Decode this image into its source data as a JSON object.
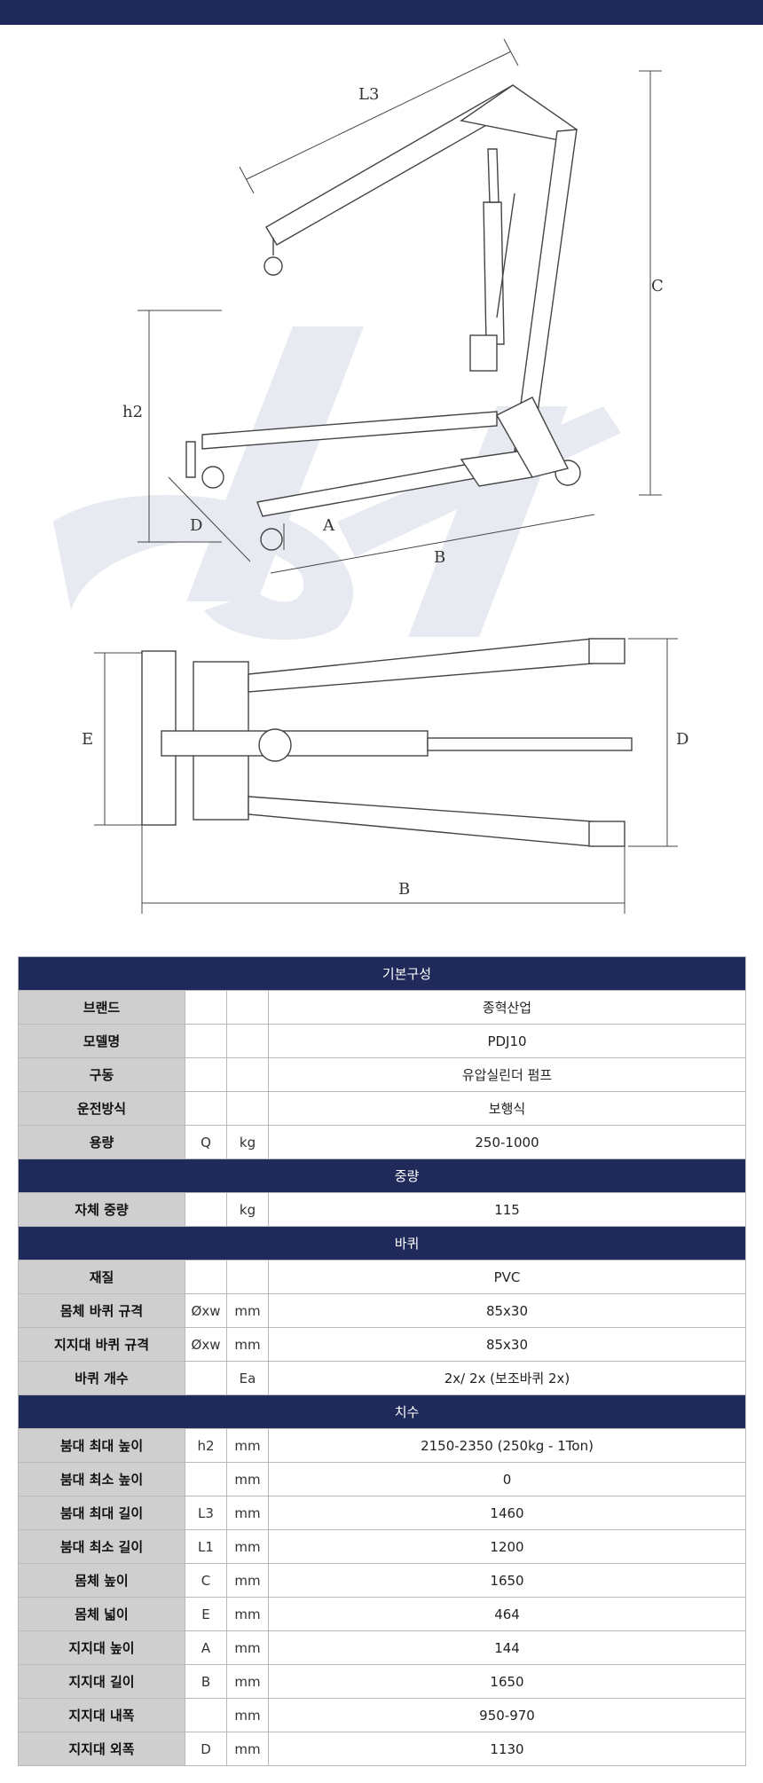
{
  "drawing": {
    "side_view_labels": {
      "l3": "L3",
      "c": "C",
      "h2": "h2",
      "d": "D",
      "a": "A",
      "b": "B"
    },
    "top_view_labels": {
      "e": "E",
      "d": "D",
      "b": "B"
    }
  },
  "spec_table": {
    "sections": [
      {
        "title": "기본구성",
        "rows": [
          {
            "label": "브랜드",
            "symbol": "",
            "unit": "",
            "value": "종혁산업"
          },
          {
            "label": "모델명",
            "symbol": "",
            "unit": "",
            "value": "PDJ10"
          },
          {
            "label": "구동",
            "symbol": "",
            "unit": "",
            "value": "유압실린더 펌프"
          },
          {
            "label": "운전방식",
            "symbol": "",
            "unit": "",
            "value": "보행식"
          },
          {
            "label": "용량",
            "symbol": "Q",
            "unit": "kg",
            "value": "250-1000"
          }
        ]
      },
      {
        "title": "중량",
        "rows": [
          {
            "label": "자체 중량",
            "symbol": "",
            "unit": "kg",
            "value": "115"
          }
        ]
      },
      {
        "title": "바퀴",
        "rows": [
          {
            "label": "재질",
            "symbol": "",
            "unit": "",
            "value": "PVC"
          },
          {
            "label": "몸체 바퀴 규격",
            "symbol": "Øxw",
            "unit": "mm",
            "value": "85x30"
          },
          {
            "label": "지지대 바퀴 규격",
            "symbol": "Øxw",
            "unit": "mm",
            "value": "85x30"
          },
          {
            "label": "바퀴 개수",
            "symbol": "",
            "unit": "Ea",
            "value": "2x/ 2x (보조바퀴 2x)"
          }
        ]
      },
      {
        "title": "치수",
        "rows": [
          {
            "label": "붐대 최대 높이",
            "symbol": "h2",
            "unit": "mm",
            "value": "2150-2350 (250kg - 1Ton)"
          },
          {
            "label": "붐대 최소 높이",
            "symbol": "",
            "unit": "mm",
            "value": "0"
          },
          {
            "label": "붐대 최대 길이",
            "symbol": "L3",
            "unit": "mm",
            "value": "1460"
          },
          {
            "label": "붐대 최소 길이",
            "symbol": "L1",
            "unit": "mm",
            "value": "1200"
          },
          {
            "label": "몸체 높이",
            "symbol": "C",
            "unit": "mm",
            "value": "1650"
          },
          {
            "label": "몸체 넓이",
            "symbol": "E",
            "unit": "mm",
            "value": "464"
          },
          {
            "label": "지지대 높이",
            "symbol": "A",
            "unit": "mm",
            "value": "144"
          },
          {
            "label": "지지대 길이",
            "symbol": "B",
            "unit": "mm",
            "value": "1650"
          },
          {
            "label": "지지대 내폭",
            "symbol": "",
            "unit": "mm",
            "value": "950-970"
          },
          {
            "label": "지지대 외폭",
            "symbol": "D",
            "unit": "mm",
            "value": "1130"
          }
        ]
      }
    ]
  }
}
